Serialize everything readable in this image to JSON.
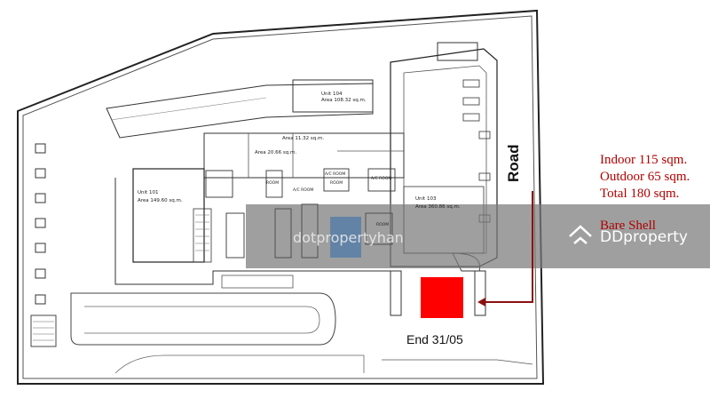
{
  "labels": {
    "indoor": "Indoor 115 sqm.",
    "outdoor": "Outdoor 65 sqm.",
    "total": "Total 180 sqm.",
    "bare_shell": "Bare Shell",
    "road": "Road",
    "end": "End 31/05"
  },
  "units": {
    "u104_name": "Unit 104",
    "u104_area": "Area 108.32 sq.m.",
    "u101_name": "Unit 101",
    "u101_area": "Area 149.60 sq.m.",
    "u103_name": "Unit 103",
    "u103_area": "Area 360.86 sq.m.",
    "area_a": "Area 11.32 sq.m.",
    "area_b": "Area 20.66 sq.m."
  },
  "rooms": {
    "ac_room_1": "A/C ROOM",
    "ac_room_2": "A/C ROOM",
    "ac_room_3": "A/C ROOM",
    "room_1": "ROOM",
    "room_2": "ROOM",
    "room_3": "ROOM"
  },
  "watermark": {
    "left_text": "dotpropertyhan",
    "right_text": "DDproperty"
  },
  "colors": {
    "highlight": "#ff0000",
    "annotation": "#b00000",
    "overlay": "#7a7a7a",
    "overlay_blue": "#5b7fa6"
  }
}
